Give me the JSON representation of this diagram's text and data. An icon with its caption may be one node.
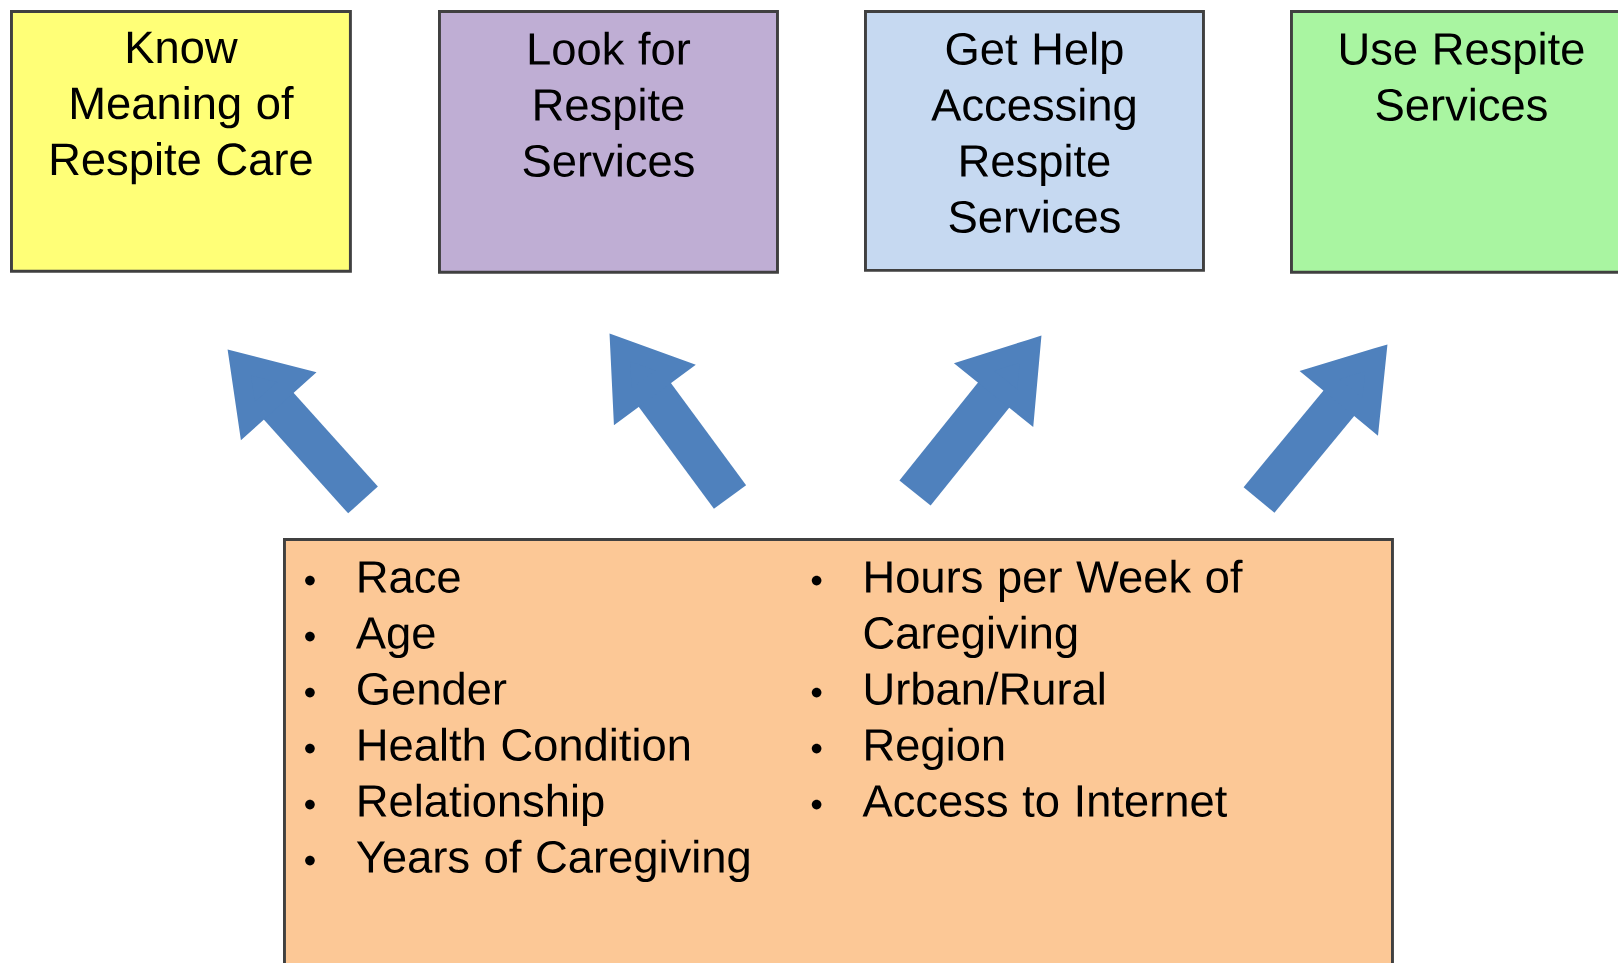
{
  "diagram": {
    "nodes": [
      {
        "text": [
          "Know Meaning of Respite Care"
        ]
      },
      {
        "text": [
          "Look for Respite Services"
        ]
      },
      {
        "text": [
          "Get Help Accessing Respite Services"
        ]
      },
      {
        "text": [
          "Use Respite Services"
        ]
      },
      {
        "text": [
          "Race",
          "Age",
          "Gender",
          "Health Condition",
          "Relationship",
          "Years of Caregiving",
          "Hours per Week of Caregiving",
          "Urban/Rural",
          "Region",
          "Access to Internet"
        ]
      }
    ],
    "edges": [
      {
        "from": 4,
        "to": 0,
        "arrow": "to"
      },
      {
        "from": 4,
        "to": 1,
        "arrow": "to"
      },
      {
        "from": 4,
        "to": 2,
        "arrow": "to"
      },
      {
        "from": 4,
        "to": 3,
        "arrow": "to"
      }
    ]
  }
}
